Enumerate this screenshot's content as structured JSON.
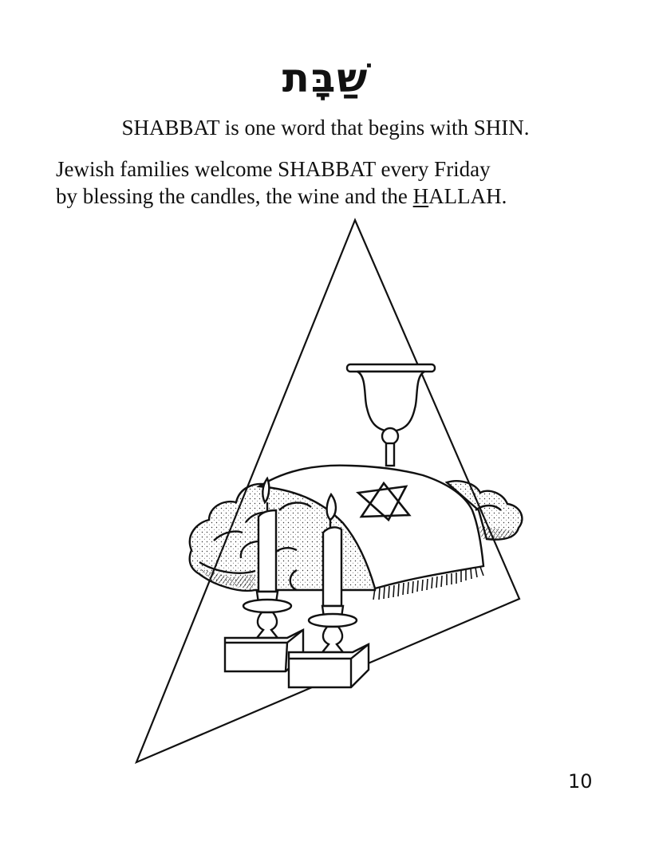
{
  "page": {
    "title_hebrew": "שַׁבָּת",
    "paragraphs": [
      {
        "text": "SHABBAT is one word that begins with SHIN."
      },
      {
        "line1": "Jewish families welcome SHABBAT every Friday",
        "line2_prefix": "by blessing the candles, the wine and the ",
        "line2_underlined": "H",
        "line2_suffix": "ALLAH."
      }
    ],
    "page_number": "10"
  },
  "illustration": {
    "description": "Coloring illustration of a Shabbat table: a triangle (shape of SHIN) framing a kiddush cup, two candles in candlesticks, and covered hallah loaves with a Star of David on the cover",
    "elements": [
      "triangle-outline",
      "kiddush-cup",
      "hallah-loaves",
      "hallah-cover",
      "star-of-david",
      "candle-left",
      "candle-right"
    ],
    "stroke_color": "#111111",
    "fill_color": "#ffffff"
  }
}
